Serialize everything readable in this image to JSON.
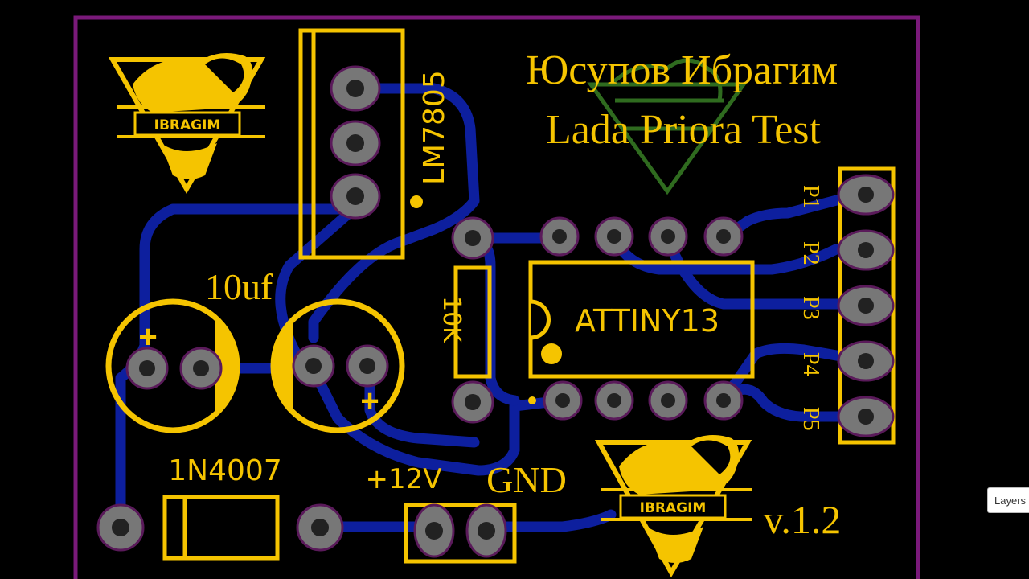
{
  "header": {
    "line1": "Юсупов Ибрагим",
    "line2": "Lada Priora Test"
  },
  "components": {
    "regulator": "LM7805",
    "capacitor": "10uf",
    "resistor": "10K",
    "mcu": "ATTINY13",
    "diode": "1N4007",
    "power_plus": "+12V",
    "power_gnd": "GND",
    "version": "v.1.2"
  },
  "logo": {
    "text": "IBRAGIM"
  },
  "header_pins": [
    "P1",
    "P2",
    "P3",
    "P4",
    "P5"
  ],
  "polarity": {
    "plus": "+"
  },
  "ui": {
    "layers_tab": "Layers"
  },
  "colors": {
    "board": "#000000",
    "outline": "#7a1a7a",
    "silkscreen": "#f5c400",
    "copper": "#0d1f9e",
    "pad": "#777777",
    "pad_ring": "#5a1a5a",
    "inner_logo": "#2f6b1f"
  }
}
